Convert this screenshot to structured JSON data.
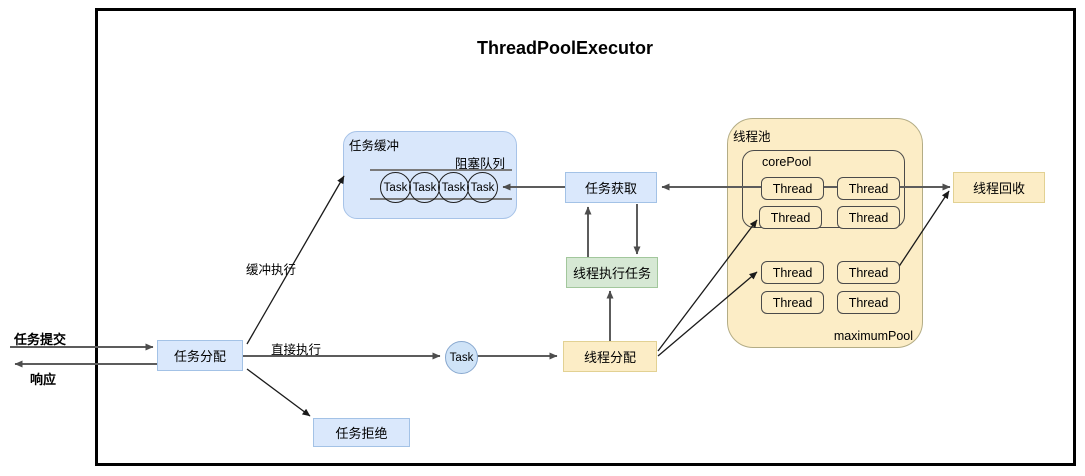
{
  "title": "ThreadPoolExecutor",
  "io": {
    "submit_label": "任务提交",
    "response_label": "响应"
  },
  "edge_labels": {
    "buffered": "缓冲执行",
    "direct": "直接执行"
  },
  "nodes": {
    "task_dispatch": "任务分配",
    "task_reject": "任务拒绝",
    "task_fetch": "任务获取",
    "thread_execute": "线程执行任务",
    "thread_dispatch": "线程分配",
    "thread_recycle": "线程回收",
    "task": "Task"
  },
  "buffer": {
    "label": "任务缓冲",
    "queue_label": "阻塞队列",
    "queue_tasks": [
      "Task",
      "Task",
      "Task",
      "Task"
    ]
  },
  "pool": {
    "label": "线程池",
    "core_label": "corePool",
    "max_label": "maximumPool",
    "core_threads": [
      "Thread",
      "Thread",
      "Thread",
      "Thread"
    ],
    "max_threads": [
      "Thread",
      "Thread",
      "Thread",
      "Thread"
    ]
  },
  "colors": {
    "blue_fill": "#dae8fc",
    "blue_border": "#a3c2e6",
    "green_fill": "#d6e8d4",
    "green_border": "#a2c79c",
    "yellow_fill": "#fcedc6",
    "yellow_border": "#e2d193",
    "line_gray": "#5c5c5c",
    "line_black": "#1a1a1a"
  }
}
